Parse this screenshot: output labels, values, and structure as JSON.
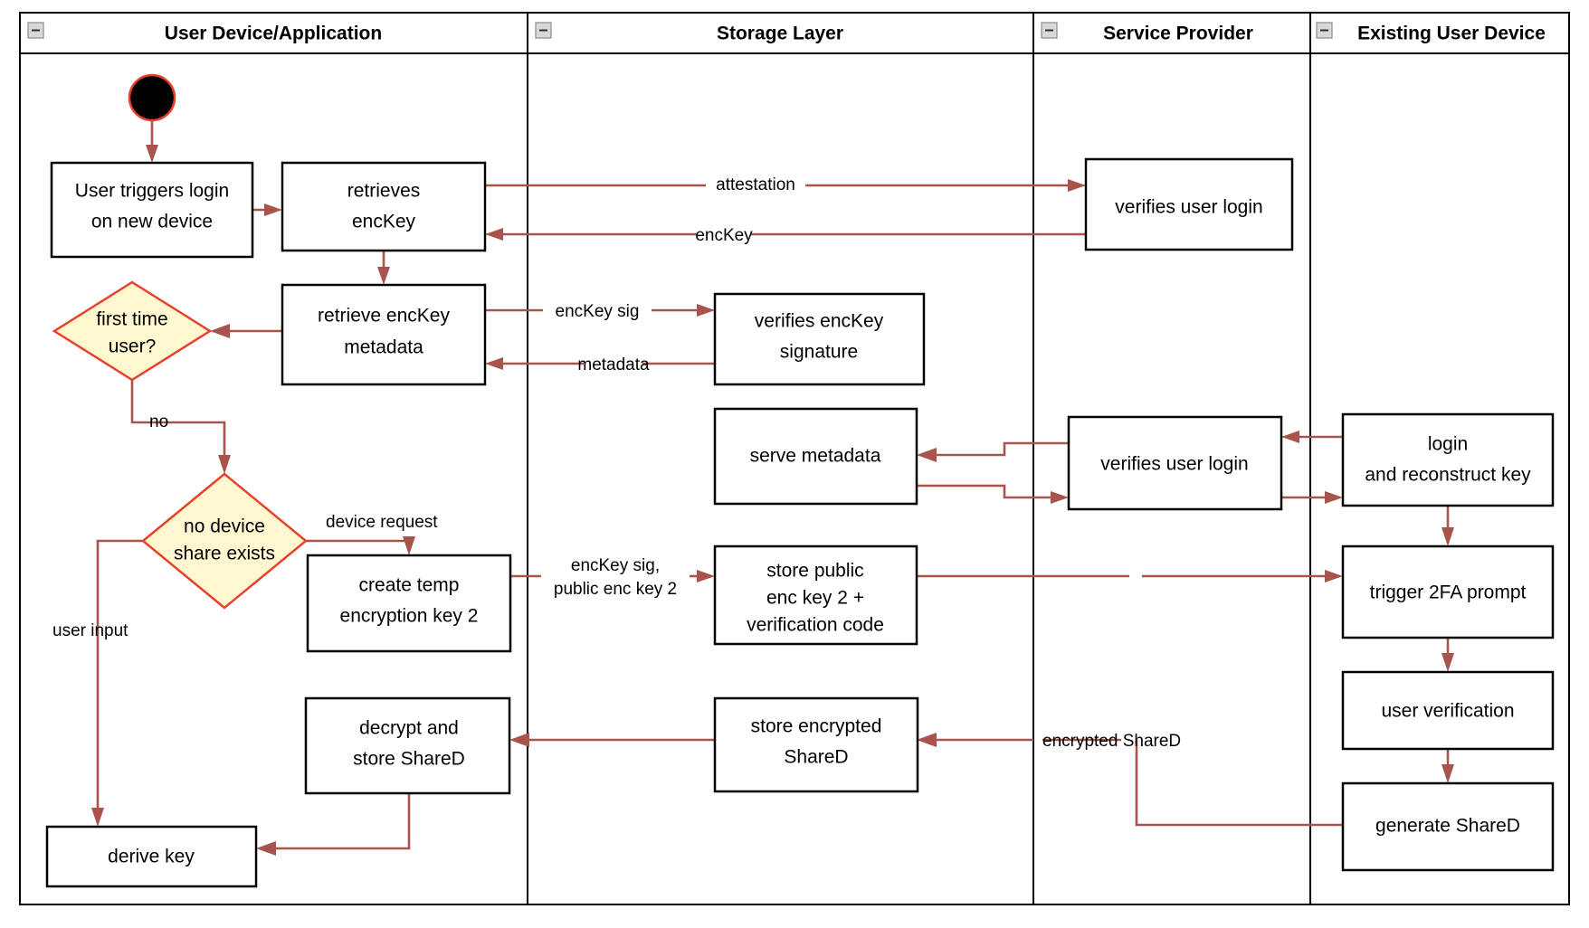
{
  "diagram": {
    "type": "uml-activity-swimlane",
    "title": "Login on new device key reconstruction flow",
    "colors": {
      "flow_arrow": "#a8544c",
      "decision_fill": "#fff7cf",
      "decision_border": "#e8402a",
      "node_border": "#000000",
      "node_fill": "#ffffff",
      "lane_border": "#000000",
      "start_node_fill": "#000000",
      "start_node_border": "#e8402a"
    },
    "lanes": [
      {
        "id": "lane-user-device",
        "label": "User Device/Application",
        "icon": "collapse-minus-icon"
      },
      {
        "id": "lane-storage",
        "label": "Storage Layer",
        "icon": "collapse-minus-icon"
      },
      {
        "id": "lane-service-provider",
        "label": "Service Provider",
        "icon": "collapse-minus-icon"
      },
      {
        "id": "lane-existing-device",
        "label": "Existing User Device",
        "icon": "collapse-minus-icon"
      }
    ],
    "nodes": [
      {
        "id": "n-start",
        "lane": "lane-user-device",
        "shape": "initial-node",
        "label": ""
      },
      {
        "id": "n-user-triggers-login",
        "lane": "lane-user-device",
        "shape": "action",
        "label": "User triggers login\non new device"
      },
      {
        "id": "n-retrieves-enckey",
        "lane": "lane-user-device",
        "shape": "action",
        "label": "retrieves\nencKey"
      },
      {
        "id": "n-retrieve-enckey-metadata",
        "lane": "lane-user-device",
        "shape": "action",
        "label": "retrieve encKey\nmetadata"
      },
      {
        "id": "n-first-time-user",
        "lane": "lane-user-device",
        "shape": "decision",
        "label": "first time\nuser?"
      },
      {
        "id": "n-no-device-share-exists",
        "lane": "lane-user-device",
        "shape": "decision",
        "label": "no device\nshare exists"
      },
      {
        "id": "n-create-temp-encryption-key-2",
        "lane": "lane-user-device",
        "shape": "action",
        "label": "create temp\nencryption key 2"
      },
      {
        "id": "n-decrypt-and-store-shared",
        "lane": "lane-user-device",
        "shape": "action",
        "label": "decrypt and\nstore ShareD"
      },
      {
        "id": "n-derive-key",
        "lane": "lane-user-device",
        "shape": "action",
        "label": "derive key"
      },
      {
        "id": "n-verifies-enckey-signature",
        "lane": "lane-storage",
        "shape": "action",
        "label": "verifies encKey\nsignature"
      },
      {
        "id": "n-serve-metadata",
        "lane": "lane-storage",
        "shape": "action",
        "label": "serve metadata"
      },
      {
        "id": "n-store-public-enc-key-2",
        "lane": "lane-storage",
        "shape": "action",
        "label": "store public\nenc key 2 +\nverification code"
      },
      {
        "id": "n-store-encrypted-shared",
        "lane": "lane-storage",
        "shape": "action",
        "label": "store encrypted\nShareD"
      },
      {
        "id": "n-verifies-user-login-1",
        "lane": "lane-service-provider",
        "shape": "action",
        "label": "verifies user login"
      },
      {
        "id": "n-verifies-user-login-2",
        "lane": "lane-service-provider",
        "shape": "action",
        "label": "verifies user login"
      },
      {
        "id": "n-login-and-reconstruct-key",
        "lane": "lane-existing-device",
        "shape": "action",
        "label": "login\nand reconstruct key"
      },
      {
        "id": "n-trigger-2fa-prompt",
        "lane": "lane-existing-device",
        "shape": "action",
        "label": "trigger 2FA prompt"
      },
      {
        "id": "n-user-verification",
        "lane": "lane-existing-device",
        "shape": "action",
        "label": "user verification"
      },
      {
        "id": "n-generate-shared",
        "lane": "lane-existing-device",
        "shape": "action",
        "label": "generate ShareD"
      }
    ],
    "node_labels": {
      "user_triggers_login_l1": "User triggers login",
      "user_triggers_login_l2": "on new device",
      "retrieves_enckey_l1": "retrieves",
      "retrieves_enckey_l2": "encKey",
      "retrieve_metadata_l1": "retrieve encKey",
      "retrieve_metadata_l2": "metadata",
      "first_time_user_l1": "first time",
      "first_time_user_l2": "user?",
      "no_device_share_l1": "no device",
      "no_device_share_l2": "share exists",
      "create_temp_key_l1": "create temp",
      "create_temp_key_l2": "encryption key 2",
      "decrypt_store_l1": "decrypt and",
      "decrypt_store_l2": "store ShareD",
      "derive_key_l1": "derive key",
      "verifies_sig_l1": "verifies encKey",
      "verifies_sig_l2": "signature",
      "serve_metadata_l1": "serve metadata",
      "store_public_l1": "store public",
      "store_public_l2": "enc key 2 +",
      "store_public_l3": "verification code",
      "store_encrypted_l1": "store encrypted",
      "store_encrypted_l2": "ShareD",
      "verifies_user_login_1_l1": "verifies user login",
      "verifies_user_login_2_l1": "verifies user login",
      "login_reconstruct_l1": "login",
      "login_reconstruct_l2": "and reconstruct key",
      "trigger_2fa_l1": "trigger 2FA prompt",
      "user_verification_l1": "user verification",
      "generate_shared_l1": "generate ShareD"
    },
    "edge_labels": {
      "attestation": "attestation",
      "enckey": "encKey",
      "enckey_sig": "encKey sig",
      "metadata": "metadata",
      "no": "no",
      "device_request": "device request",
      "enckey_sig_pub_l1": "encKey sig,",
      "enckey_sig_pub_l2": "public enc key 2",
      "user_input": "user input",
      "encrypted_shared": "encrypted ShareD"
    },
    "edges": [
      {
        "from": "n-start",
        "to": "n-user-triggers-login",
        "label": ""
      },
      {
        "from": "n-user-triggers-login",
        "to": "n-retrieves-enckey",
        "label": ""
      },
      {
        "from": "n-retrieves-enckey",
        "to": "n-verifies-user-login-1",
        "label": "attestation"
      },
      {
        "from": "n-verifies-user-login-1",
        "to": "n-retrieves-enckey",
        "label": "encKey"
      },
      {
        "from": "n-retrieves-enckey",
        "to": "n-retrieve-enckey-metadata",
        "label": ""
      },
      {
        "from": "n-retrieve-enckey-metadata",
        "to": "n-verifies-enckey-signature",
        "label": "encKey sig"
      },
      {
        "from": "n-verifies-enckey-signature",
        "to": "n-retrieve-enckey-metadata",
        "label": "metadata"
      },
      {
        "from": "n-retrieve-enckey-metadata",
        "to": "n-first-time-user",
        "label": ""
      },
      {
        "from": "n-first-time-user",
        "to": "n-no-device-share-exists",
        "label": "no"
      },
      {
        "from": "n-no-device-share-exists",
        "to": "n-create-temp-encryption-key-2",
        "label": "device request"
      },
      {
        "from": "n-no-device-share-exists",
        "to": "n-derive-key",
        "label": "user input"
      },
      {
        "from": "n-create-temp-encryption-key-2",
        "to": "n-store-public-enc-key-2",
        "label": "encKey sig, public enc key 2"
      },
      {
        "from": "n-login-and-reconstruct-key",
        "to": "n-verifies-user-login-2",
        "label": ""
      },
      {
        "from": "n-verifies-user-login-2",
        "to": "n-serve-metadata",
        "label": ""
      },
      {
        "from": "n-serve-metadata",
        "to": "n-verifies-user-login-2",
        "label": ""
      },
      {
        "from": "n-verifies-user-login-2",
        "to": "n-login-and-reconstruct-key",
        "label": ""
      },
      {
        "from": "n-login-and-reconstruct-key",
        "to": "n-trigger-2fa-prompt",
        "label": ""
      },
      {
        "from": "n-store-public-enc-key-2",
        "to": "n-trigger-2fa-prompt",
        "label": ""
      },
      {
        "from": "n-trigger-2fa-prompt",
        "to": "n-user-verification",
        "label": ""
      },
      {
        "from": "n-user-verification",
        "to": "n-generate-shared",
        "label": ""
      },
      {
        "from": "n-generate-shared",
        "to": "n-store-encrypted-shared",
        "label": "encrypted ShareD"
      },
      {
        "from": "n-store-encrypted-shared",
        "to": "n-decrypt-and-store-shared",
        "label": ""
      },
      {
        "from": "n-decrypt-and-store-shared",
        "to": "n-derive-key",
        "label": ""
      }
    ]
  }
}
